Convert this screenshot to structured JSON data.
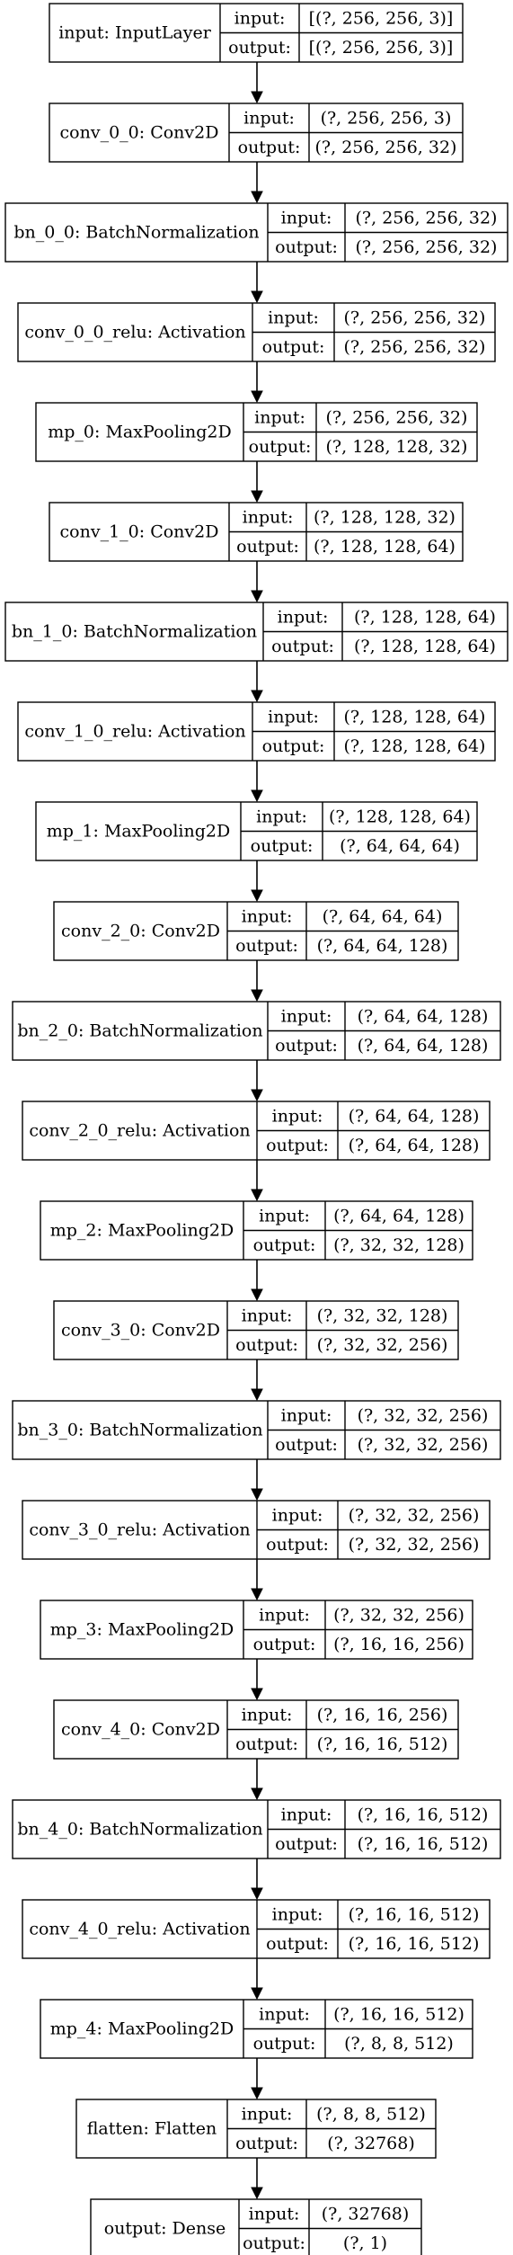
{
  "nodes": [
    {
      "label": "input: InputLayer",
      "in_label": "input:",
      "out_label": "output:",
      "input": "[(?, 256, 256, 3)]",
      "output": "[(?, 256, 256, 3)]"
    },
    {
      "label": "conv_0_0: Conv2D",
      "in_label": "input:",
      "out_label": "output:",
      "input": "(?, 256, 256, 3)",
      "output": "(?, 256, 256, 32)"
    },
    {
      "label": "bn_0_0: BatchNormalization",
      "in_label": "input:",
      "out_label": "output:",
      "input": "(?, 256, 256, 32)",
      "output": "(?, 256, 256, 32)"
    },
    {
      "label": "conv_0_0_relu: Activation",
      "in_label": "input:",
      "out_label": "output:",
      "input": "(?, 256, 256, 32)",
      "output": "(?, 256, 256, 32)"
    },
    {
      "label": "mp_0: MaxPooling2D",
      "in_label": "input:",
      "out_label": "output:",
      "input": "(?, 256, 256, 32)",
      "output": "(?, 128, 128, 32)"
    },
    {
      "label": "conv_1_0: Conv2D",
      "in_label": "input:",
      "out_label": "output:",
      "input": "(?, 128, 128, 32)",
      "output": "(?, 128, 128, 64)"
    },
    {
      "label": "bn_1_0: BatchNormalization",
      "in_label": "input:",
      "out_label": "output:",
      "input": "(?, 128, 128, 64)",
      "output": "(?, 128, 128, 64)"
    },
    {
      "label": "conv_1_0_relu: Activation",
      "in_label": "input:",
      "out_label": "output:",
      "input": "(?, 128, 128, 64)",
      "output": "(?, 128, 128, 64)"
    },
    {
      "label": "mp_1: MaxPooling2D",
      "in_label": "input:",
      "out_label": "output:",
      "input": "(?, 128, 128, 64)",
      "output": "(?, 64, 64, 64)"
    },
    {
      "label": "conv_2_0: Conv2D",
      "in_label": "input:",
      "out_label": "output:",
      "input": "(?, 64, 64, 64)",
      "output": "(?, 64, 64, 128)"
    },
    {
      "label": "bn_2_0: BatchNormalization",
      "in_label": "input:",
      "out_label": "output:",
      "input": "(?, 64, 64, 128)",
      "output": "(?, 64, 64, 128)"
    },
    {
      "label": "conv_2_0_relu: Activation",
      "in_label": "input:",
      "out_label": "output:",
      "input": "(?, 64, 64, 128)",
      "output": "(?, 64, 64, 128)"
    },
    {
      "label": "mp_2: MaxPooling2D",
      "in_label": "input:",
      "out_label": "output:",
      "input": "(?, 64, 64, 128)",
      "output": "(?, 32, 32, 128)"
    },
    {
      "label": "conv_3_0: Conv2D",
      "in_label": "input:",
      "out_label": "output:",
      "input": "(?, 32, 32, 128)",
      "output": "(?, 32, 32, 256)"
    },
    {
      "label": "bn_3_0: BatchNormalization",
      "in_label": "input:",
      "out_label": "output:",
      "input": "(?, 32, 32, 256)",
      "output": "(?, 32, 32, 256)"
    },
    {
      "label": "conv_3_0_relu: Activation",
      "in_label": "input:",
      "out_label": "output:",
      "input": "(?, 32, 32, 256)",
      "output": "(?, 32, 32, 256)"
    },
    {
      "label": "mp_3: MaxPooling2D",
      "in_label": "input:",
      "out_label": "output:",
      "input": "(?, 32, 32, 256)",
      "output": "(?, 16, 16, 256)"
    },
    {
      "label": "conv_4_0: Conv2D",
      "in_label": "input:",
      "out_label": "output:",
      "input": "(?, 16, 16, 256)",
      "output": "(?, 16, 16, 512)"
    },
    {
      "label": "bn_4_0: BatchNormalization",
      "in_label": "input:",
      "out_label": "output:",
      "input": "(?, 16, 16, 512)",
      "output": "(?, 16, 16, 512)"
    },
    {
      "label": "conv_4_0_relu: Activation",
      "in_label": "input:",
      "out_label": "output:",
      "input": "(?, 16, 16, 512)",
      "output": "(?, 16, 16, 512)"
    },
    {
      "label": "mp_4: MaxPooling2D",
      "in_label": "input:",
      "out_label": "output:",
      "input": "(?, 16, 16, 512)",
      "output": "(?, 8, 8, 512)"
    },
    {
      "label": "flatten: Flatten",
      "in_label": "input:",
      "out_label": "output:",
      "input": "(?, 8, 8, 512)",
      "output": "(?, 32768)"
    },
    {
      "label": "output: Dense",
      "in_label": "input:",
      "out_label": "output:",
      "input": "(?, 32768)",
      "output": "(?, 1)"
    }
  ]
}
